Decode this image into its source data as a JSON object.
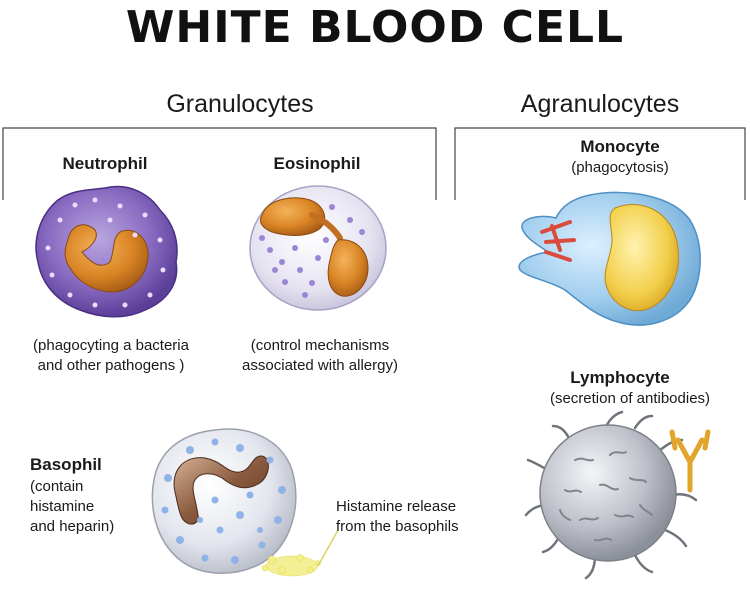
{
  "title": "WHITE BLOOD CELL",
  "groups": {
    "granulocytes": "Granulocytes",
    "agranulocytes": "Agranulocytes"
  },
  "cells": {
    "neutrophil": {
      "name": "Neutrophil",
      "desc_line1": "(phagocyting a bacteria",
      "desc_line2": "and other pathogens )"
    },
    "eosinophil": {
      "name": "Eosinophil",
      "desc_line1": "(control mechanisms",
      "desc_line2": "associated with allergy)"
    },
    "monocyte": {
      "name": "Monocyte",
      "desc_line1": "(phagocytosis)"
    },
    "lymphocyte": {
      "name": "Lymphocyte",
      "desc_line1": "(secretion of antibodies)"
    },
    "basophil": {
      "name": "Basophil",
      "desc_line1": "(contain",
      "desc_line2": "histamine",
      "desc_line3": "and heparin)"
    }
  },
  "annotation": {
    "line1": "Histamine release",
    "line2": "from the basophils"
  },
  "colors": {
    "neutrophil": "#7b5fb0",
    "eosinophil": "#e3e0ef",
    "nucleus": "#e08a2a",
    "monocyte": "#8fc3e6",
    "monocyte_nucleus": "#f2cf4a",
    "lymphocyte": "#b9bcc4",
    "basophil": "#dfe2ea",
    "antibody": "#f0b929"
  }
}
